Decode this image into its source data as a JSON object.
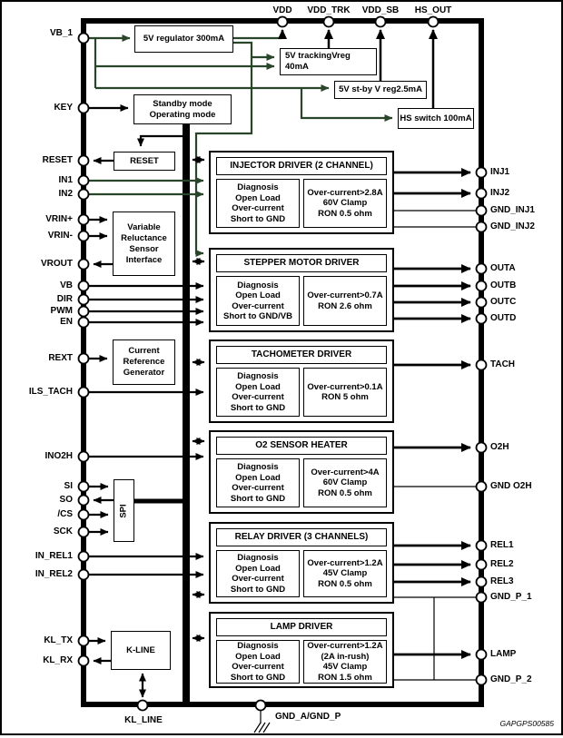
{
  "figure": {
    "code": "GAPGPS00585"
  },
  "colors": {
    "line": "#000000",
    "power_line": "#2a462a",
    "background": "#ffffff"
  },
  "pins": {
    "top": [
      {
        "label": "VDD"
      },
      {
        "label": "VDD_TRK"
      },
      {
        "label": "VDD_SB"
      },
      {
        "label": "HS_OUT"
      }
    ],
    "left": [
      {
        "label": "VB_1"
      },
      {
        "label": "KEY"
      },
      {
        "label": "RESET"
      },
      {
        "label": "IN1"
      },
      {
        "label": "IN2"
      },
      {
        "label": "VRIN+"
      },
      {
        "label": "VRIN-"
      },
      {
        "label": "VROUT"
      },
      {
        "label": "VB"
      },
      {
        "label": "DIR"
      },
      {
        "label": "PWM"
      },
      {
        "label": "EN"
      },
      {
        "label": "REXT"
      },
      {
        "label": "ILS_TACH"
      },
      {
        "label": "INO2H"
      },
      {
        "label": "SI"
      },
      {
        "label": "SO"
      },
      {
        "label": "/CS"
      },
      {
        "label": "SCK"
      },
      {
        "label": "IN_REL1"
      },
      {
        "label": "IN_REL2"
      },
      {
        "label": "KL_TX"
      },
      {
        "label": "KL_RX"
      }
    ],
    "right": [
      {
        "label": "INJ1"
      },
      {
        "label": "INJ2"
      },
      {
        "label": "GND_INJ1"
      },
      {
        "label": "GND_INJ2"
      },
      {
        "label": "OUTA"
      },
      {
        "label": "OUTB"
      },
      {
        "label": "OUTC"
      },
      {
        "label": "OUTD"
      },
      {
        "label": "TACH"
      },
      {
        "label": "O2H"
      },
      {
        "label": "GND O2H"
      },
      {
        "label": "REL1"
      },
      {
        "label": "REL2"
      },
      {
        "label": "REL3"
      },
      {
        "label": "GND_P_1"
      },
      {
        "label": "LAMP"
      },
      {
        "label": "GND_P_2"
      }
    ],
    "bottom": [
      {
        "label": "KL_LINE"
      },
      {
        "label": "GND_A/GND_P"
      }
    ]
  },
  "function_blocks": {
    "regulator_5v": "5V regulator 300mA",
    "tracking_vreg": "5V trackingVreg\n40mA",
    "standby_vreg": "5V st-by V reg2.5mA",
    "hs_switch": "HS switch 100mA",
    "mode_control": "Standby mode\nOperating mode",
    "reset": "RESET",
    "vr_sensor_interface": "Variable\nReluctance\nSensor\nInterface",
    "current_reference": "Current\nReference\nGenerator",
    "spi": "SPI",
    "k_line": "K-LINE"
  },
  "driver_blocks": [
    {
      "title": "INJECTOR DRIVER (2 CHANNEL)",
      "diagnostics": "Diagnosis\nOpen Load\nOver-current\nShort to GND",
      "specs": "Over-current>2.8A\n60V Clamp\nRON 0.5 ohm"
    },
    {
      "title": "STEPPER MOTOR DRIVER",
      "diagnostics": "Diagnosis\nOpen Load\nOver-current\nShort to GND/VB",
      "specs": "Over-current>0.7A\nRON 2.6 ohm"
    },
    {
      "title": "TACHOMETER DRIVER",
      "diagnostics": "Diagnosis\nOpen Load\nOver-current\nShort to GND",
      "specs": "Over-current>0.1A\nRON 5 ohm"
    },
    {
      "title": "O2 SENSOR HEATER",
      "diagnostics": "Diagnosis\nOpen Load\nOver-current\nShort to GND",
      "specs": "Over-current>4A\n60V Clamp\nRON 0.5 ohm"
    },
    {
      "title": "RELAY DRIVER (3 CHANNELS)",
      "diagnostics": "Diagnosis\nOpen Load\nOver-current\nShort to GND",
      "specs": "Over-current>1.2A\n45V Clamp\nRON 0.5 ohm"
    },
    {
      "title": "LAMP DRIVER",
      "diagnostics": "Diagnosis\nOpen Load\nOver-current\nShort to GND",
      "specs": "Over-current>1.2A\n(2A in-rush)\n45V Clamp\nRON 1.5 ohm"
    }
  ]
}
